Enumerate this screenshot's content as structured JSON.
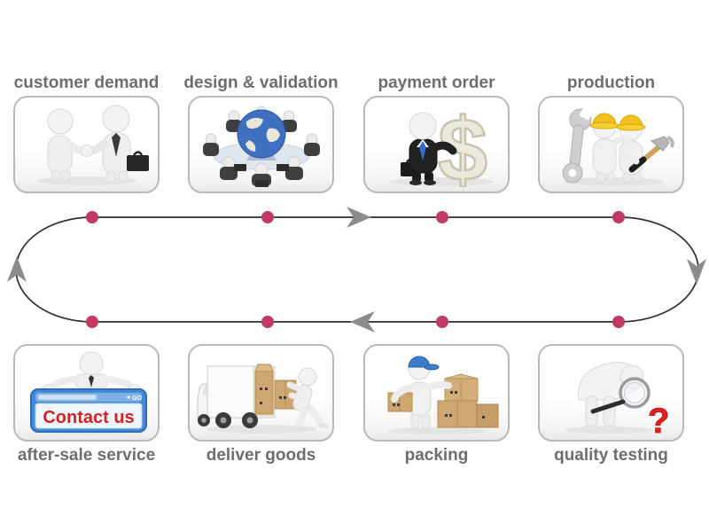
{
  "diagram": {
    "kind": "circular process flow",
    "stations": [
      {
        "label": "customer demand",
        "icon": "handshake-customers-icon"
      },
      {
        "label": "design & validation",
        "icon": "globe-meeting-icon"
      },
      {
        "label": "payment order",
        "icon": "businessman-dollar-icon",
        "icon_text": "$"
      },
      {
        "label": "production",
        "icon": "workers-tools-icon"
      },
      {
        "label": "after-sale service",
        "icon": "contact-us-sign-icon",
        "sign_text": "Contact us",
        "sign_button": "GO"
      },
      {
        "label": "deliver goods",
        "icon": "delivery-truck-icon"
      },
      {
        "label": "packing",
        "icon": "courier-boxes-icon"
      },
      {
        "label": "quality testing",
        "icon": "magnifier-inspector-icon",
        "icon_text": "?"
      }
    ],
    "colors": {
      "line": "#2f2f2f",
      "arrow": "#8c8c8c",
      "dot": "#c23a64",
      "label_text": "#6e6e6e",
      "box_border": "#b9b9b9",
      "contact_red": "#d32222",
      "question_red": "#e02020",
      "globe_blue": "#3f6fc1",
      "hat_yellow": "#f2c21c",
      "cap_blue": "#3d7cc9",
      "carton_tan": "#cda672"
    }
  }
}
